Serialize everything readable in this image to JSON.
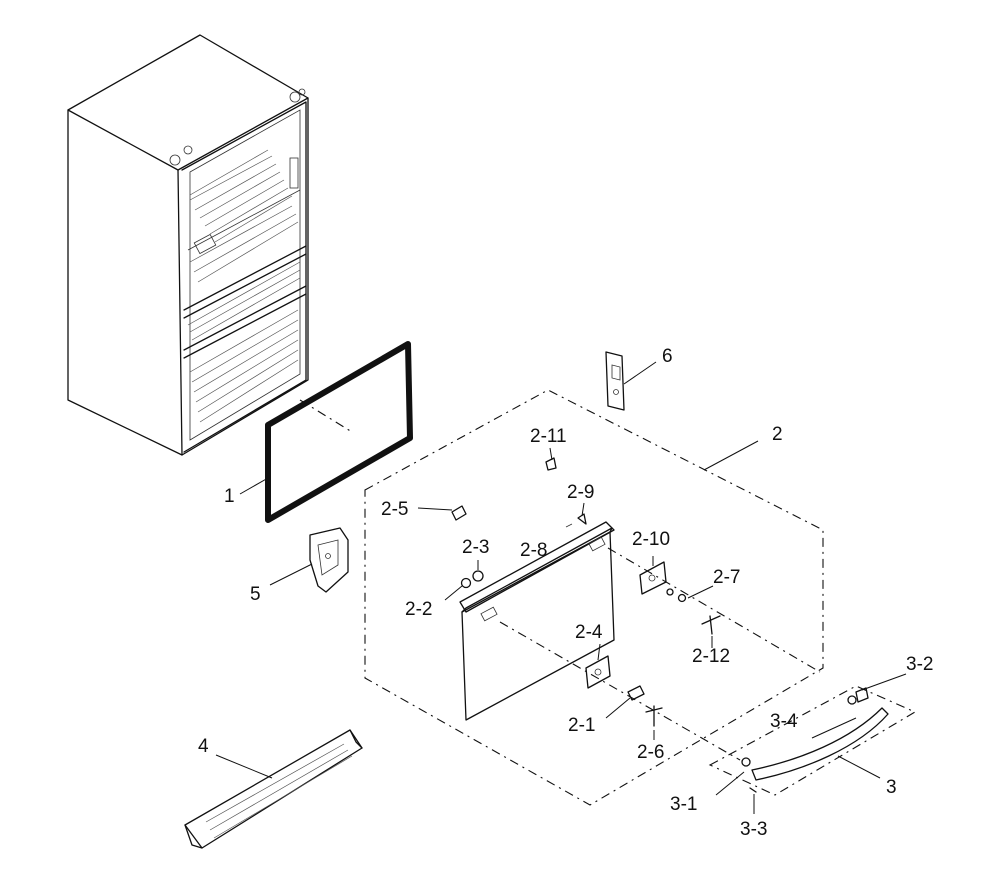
{
  "callouts": {
    "c1": "1",
    "c2": "2",
    "c2_1": "2-1",
    "c2_2": "2-2",
    "c2_3": "2-3",
    "c2_4": "2-4",
    "c2_5": "2-5",
    "c2_6": "2-6",
    "c2_7": "2-7",
    "c2_8": "2-8",
    "c2_9": "2-9",
    "c2_10": "2-10",
    "c2_11": "2-11",
    "c2_12": "2-12",
    "c3": "3",
    "c3_1": "3-1",
    "c3_2": "3-2",
    "c3_3": "3-3",
    "c3_4": "3-4",
    "c4": "4",
    "c5": "5",
    "c6": "6"
  }
}
